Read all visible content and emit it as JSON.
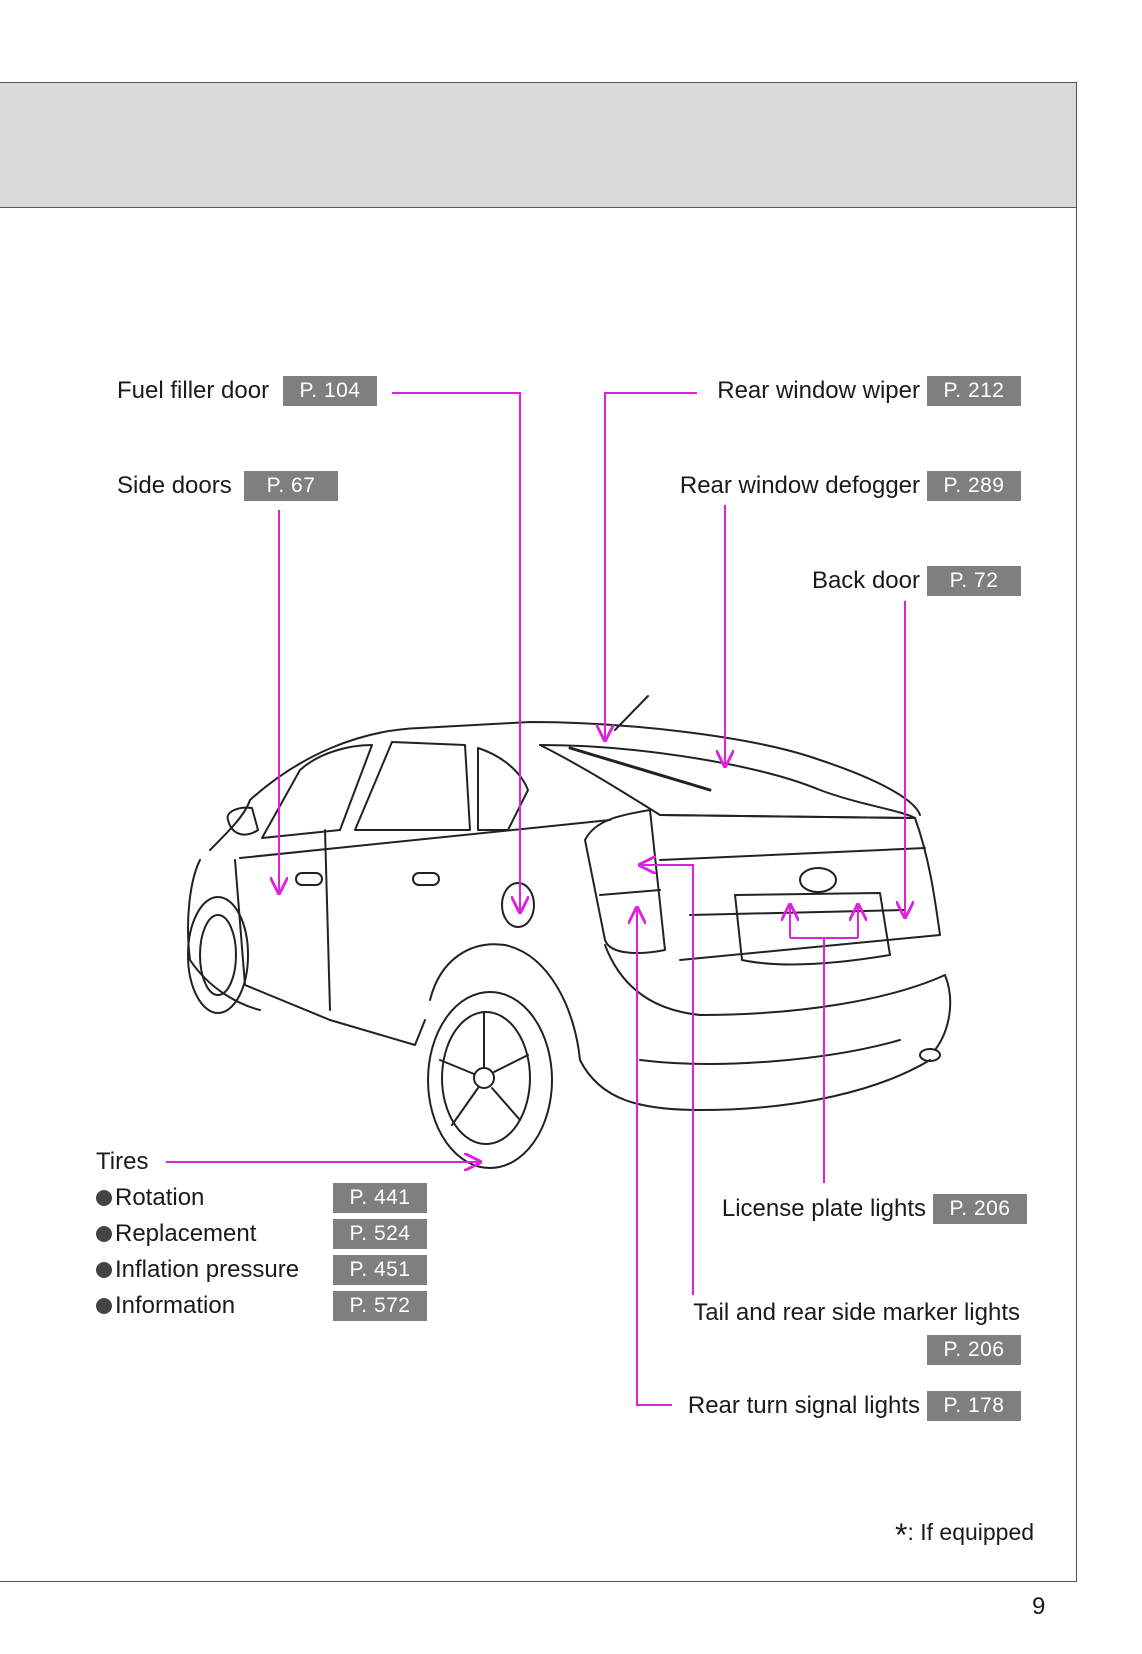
{
  "callouts": {
    "fuel_filler_door": {
      "label": "Fuel filler door",
      "page": "P. 104"
    },
    "side_doors": {
      "label": "Side doors",
      "page": "P. 67"
    },
    "rear_window_wiper": {
      "label": "Rear window wiper",
      "page": "P. 212"
    },
    "rear_window_defogger": {
      "label": "Rear window defogger",
      "page": "P. 289"
    },
    "back_door": {
      "label": "Back door",
      "page": "P. 72"
    },
    "license_plate_lights": {
      "label": "License plate lights",
      "page": "P. 206"
    },
    "tail_lights": {
      "label": "Tail and rear side marker lights",
      "page": "P. 206"
    },
    "rear_turn_signal": {
      "label": "Rear turn signal lights",
      "page": "P. 178"
    }
  },
  "tires": {
    "heading": "Tires",
    "items": [
      {
        "label": "Rotation",
        "page": "P. 441"
      },
      {
        "label": "Replacement",
        "page": "P. 524"
      },
      {
        "label": "Inflation pressure",
        "page": "P. 451"
      },
      {
        "label": "Information",
        "page": "P. 572"
      }
    ]
  },
  "footnote": {
    "symbol": "*",
    "text": ": If equipped"
  },
  "page_number": "9",
  "colors": {
    "leader": "#e020e0",
    "tag_bg": "#7f7f7f",
    "header_bg": "#d9d9d9"
  }
}
